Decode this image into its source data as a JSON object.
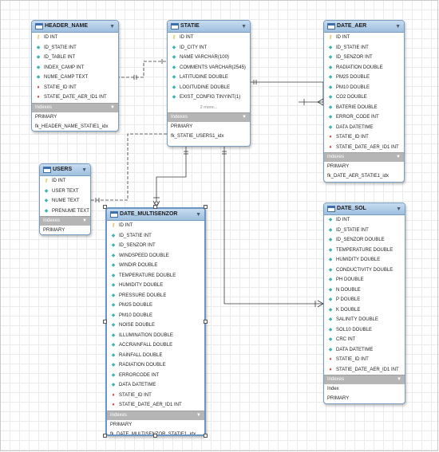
{
  "colors": {
    "header_top": "#c7dcf0",
    "header_bottom": "#9ebfdf",
    "border": "#7a9dbf",
    "primary_key": "#e2a418",
    "foreign_key": "#d43a3a",
    "column": "#3fb3b0",
    "indexes_bar": "#b5b5b5"
  },
  "tables": {
    "header_name": {
      "name": "HEADER_NAME",
      "columns": [
        {
          "text": "ID INT",
          "icon": "primary-key-icon"
        },
        {
          "text": "ID_STATIE INT",
          "icon": "column-icon"
        },
        {
          "text": "ID_TABLE INT",
          "icon": "column-icon"
        },
        {
          "text": "INDEX_CAMP INT",
          "icon": "column-icon"
        },
        {
          "text": "NUME_CAMP TEXT",
          "icon": "column-icon"
        },
        {
          "text": "STATIE_ID INT",
          "icon": "foreign-key-icon"
        },
        {
          "text": "STATIE_DATE_AER_ID1 INT",
          "icon": "foreign-key-icon"
        }
      ],
      "indexes_label": "Indexes",
      "indexes": [
        "PRIMARY",
        "fk_HEADER_NAME_STATIE1_idx"
      ]
    },
    "statie": {
      "name": "STATIE",
      "columns": [
        {
          "text": "ID INT",
          "icon": "primary-key-icon"
        },
        {
          "text": "ID_CITY INT",
          "icon": "column-icon"
        },
        {
          "text": "NAME VARCHAR(100)",
          "icon": "column-icon"
        },
        {
          "text": "COMMENTS VARCHAR(2545)",
          "icon": "column-icon"
        },
        {
          "text": "LATITUDINE DOUBLE",
          "icon": "column-icon"
        },
        {
          "text": "LOGITUDINE DOUBLE",
          "icon": "column-icon"
        },
        {
          "text": "EXIST_CONFIG TINYINT(1)",
          "icon": "column-icon"
        }
      ],
      "more": "2 more...",
      "indexes_label": "Indexes",
      "indexes": [
        "PRIMARY",
        "fk_STATIE_USERS1_idx"
      ]
    },
    "date_aer": {
      "name": "DATE_AER",
      "columns": [
        {
          "text": "ID INT",
          "icon": "primary-key-icon"
        },
        {
          "text": "ID_STATIE INT",
          "icon": "column-icon"
        },
        {
          "text": "ID_SENZOR INT",
          "icon": "column-icon"
        },
        {
          "text": "RADIATION DOUBLE",
          "icon": "column-icon"
        },
        {
          "text": "PM25 DOUBLE",
          "icon": "column-icon"
        },
        {
          "text": "PM10 DOUBLE",
          "icon": "column-icon"
        },
        {
          "text": "CO2 DOUBLE",
          "icon": "column-icon"
        },
        {
          "text": "BATERIE DOUBLE",
          "icon": "column-icon"
        },
        {
          "text": "ERROR_CODE INT",
          "icon": "column-icon"
        },
        {
          "text": "DATA DATETIME",
          "icon": "column-icon"
        },
        {
          "text": "STATIE_ID INT",
          "icon": "foreign-key-icon"
        },
        {
          "text": "STATIE_DATE_AER_ID1 INT",
          "icon": "foreign-key-icon"
        }
      ],
      "indexes_label": "Indexes",
      "indexes": [
        "PRIMARY",
        "fk_DATE_AER_STATIE1_idx"
      ]
    },
    "users": {
      "name": "USERS",
      "columns": [
        {
          "text": "ID INT",
          "icon": "primary-key-icon"
        },
        {
          "text": "USER TEXT",
          "icon": "column-icon"
        },
        {
          "text": "NUME TEXT",
          "icon": "column-icon"
        },
        {
          "text": "PRENUME TEXT",
          "icon": "column-icon"
        }
      ],
      "indexes_label": "Indexes",
      "indexes": [
        "PRIMARY"
      ]
    },
    "date_multisenzor": {
      "name": "DATE_MULTISENZOR",
      "columns": [
        {
          "text": "ID INT",
          "icon": "primary-key-icon"
        },
        {
          "text": "ID_STATIE INT",
          "icon": "column-icon"
        },
        {
          "text": "ID_SENZOR INT",
          "icon": "column-icon"
        },
        {
          "text": "WINDSPEED DOUBLE",
          "icon": "column-icon"
        },
        {
          "text": "WINDIR DOUBLE",
          "icon": "column-icon"
        },
        {
          "text": "TEMPERATURE DOUBLE",
          "icon": "column-icon"
        },
        {
          "text": "HUMIDITY DOUBLE",
          "icon": "column-icon"
        },
        {
          "text": "PRESSURE DOUBLE",
          "icon": "column-icon"
        },
        {
          "text": "PM25 DOUBLE",
          "icon": "column-icon"
        },
        {
          "text": "PM10 DOUBLE",
          "icon": "column-icon"
        },
        {
          "text": "NOISE DOUBLE",
          "icon": "column-icon"
        },
        {
          "text": "ILLUMINATION DOUBLE",
          "icon": "column-icon"
        },
        {
          "text": "ACCRAINFALL DOUBLE",
          "icon": "column-icon"
        },
        {
          "text": "RAINFALL DOUBLE",
          "icon": "column-icon"
        },
        {
          "text": "RADIATION DOUBLE",
          "icon": "column-icon"
        },
        {
          "text": "ERRORCODE INT",
          "icon": "column-icon"
        },
        {
          "text": "DATA DATETIME",
          "icon": "column-icon"
        },
        {
          "text": "STATIE_ID INT",
          "icon": "foreign-key-icon"
        },
        {
          "text": "STATIE_DATE_AER_ID1 INT",
          "icon": "foreign-key-icon"
        }
      ],
      "indexes_label": "Indexes",
      "indexes": [
        "PRIMARY",
        "fk_DATE_MULTISENZOR_STATIE1_idx"
      ]
    },
    "date_sol": {
      "name": "DATE_SOL",
      "columns": [
        {
          "text": "ID INT",
          "icon": "column-icon"
        },
        {
          "text": "ID_STATIE INT",
          "icon": "column-icon"
        },
        {
          "text": "ID_SENZOR DOUBLE",
          "icon": "column-icon"
        },
        {
          "text": "TEMPERATURE DOUBLE",
          "icon": "column-icon"
        },
        {
          "text": "HUMIDITY DOUBLE",
          "icon": "column-icon"
        },
        {
          "text": "CONDUCTIVITY DOUBLE",
          "icon": "column-icon"
        },
        {
          "text": "PH DOUBLE",
          "icon": "column-icon"
        },
        {
          "text": "N DOUBLE",
          "icon": "column-icon"
        },
        {
          "text": "P DOUBLE",
          "icon": "column-icon"
        },
        {
          "text": "K DOUBLE",
          "icon": "column-icon"
        },
        {
          "text": "SALINITY DOUBLE",
          "icon": "column-icon"
        },
        {
          "text": "SOL10 DOUBLE",
          "icon": "column-icon"
        },
        {
          "text": "CRC INT",
          "icon": "column-icon"
        },
        {
          "text": "DATA DATETIME",
          "icon": "column-icon"
        },
        {
          "text": "STATIE_ID INT",
          "icon": "foreign-key-icon"
        },
        {
          "text": "STATIE_DATE_AER_ID1 INT",
          "icon": "foreign-key-icon"
        }
      ],
      "indexes_label": "Indexes",
      "indexes": [
        "Index",
        "PRIMARY"
      ]
    }
  }
}
